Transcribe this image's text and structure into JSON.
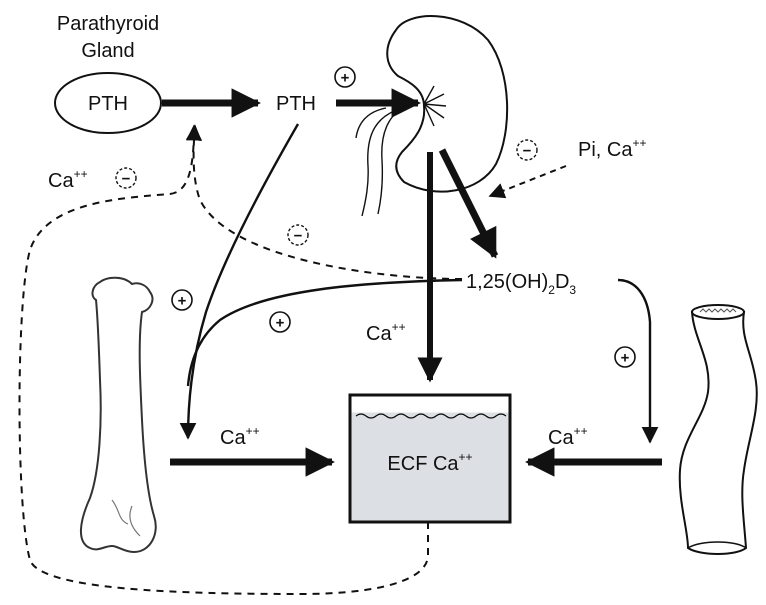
{
  "diagram": {
    "parathyroid_label": [
      "Parathyroid",
      "Gland"
    ],
    "pth_gland": "PTH",
    "pth_circulating": "PTH",
    "kidney_inhibitors": {
      "base": "Pi, Ca",
      "sup": "++"
    },
    "gland_feedback": {
      "base": "Ca",
      "sup": "++"
    },
    "vitamin_d": {
      "prefix": "1,25(OH)",
      "sub1": "2",
      "mid": "D",
      "sub2": "3"
    },
    "kidney_to_ecf": {
      "base": "Ca",
      "sup": "++"
    },
    "bone_to_ecf": {
      "base": "Ca",
      "sup": "++"
    },
    "gut_to_ecf": {
      "base": "Ca",
      "sup": "++"
    },
    "ecf": {
      "base": "ECF Ca",
      "sup": "++"
    },
    "signs": {
      "plus": "+",
      "minus": "−"
    }
  },
  "colors": {
    "ink": "#111111",
    "ecf_fill": "#dcdfe3",
    "bone_outline": "#333333"
  }
}
